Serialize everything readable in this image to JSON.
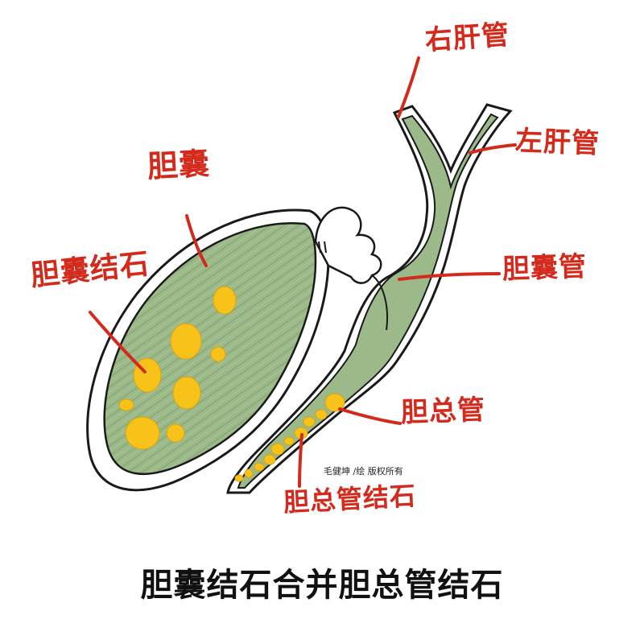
{
  "labels": {
    "right_hepatic_duct": "右肝管",
    "left_hepatic_duct": "左肝管",
    "gallbladder": "胆囊",
    "gallbladder_stones": "胆囊结石",
    "cystic_duct": "胆囊管",
    "common_bile_duct": "胆总管",
    "common_bile_duct_stones": "胆总管结石"
  },
  "credit": "毛健坤 /绘 版权所有",
  "caption": "胆囊结石合并胆总管结石",
  "colors": {
    "tissue_green": "#9cb98a",
    "tissue_stripe": "#86a872",
    "stone_yellow": "#f7c21a",
    "outline": "#1a1a1a",
    "label_red": "#d42a1c"
  }
}
